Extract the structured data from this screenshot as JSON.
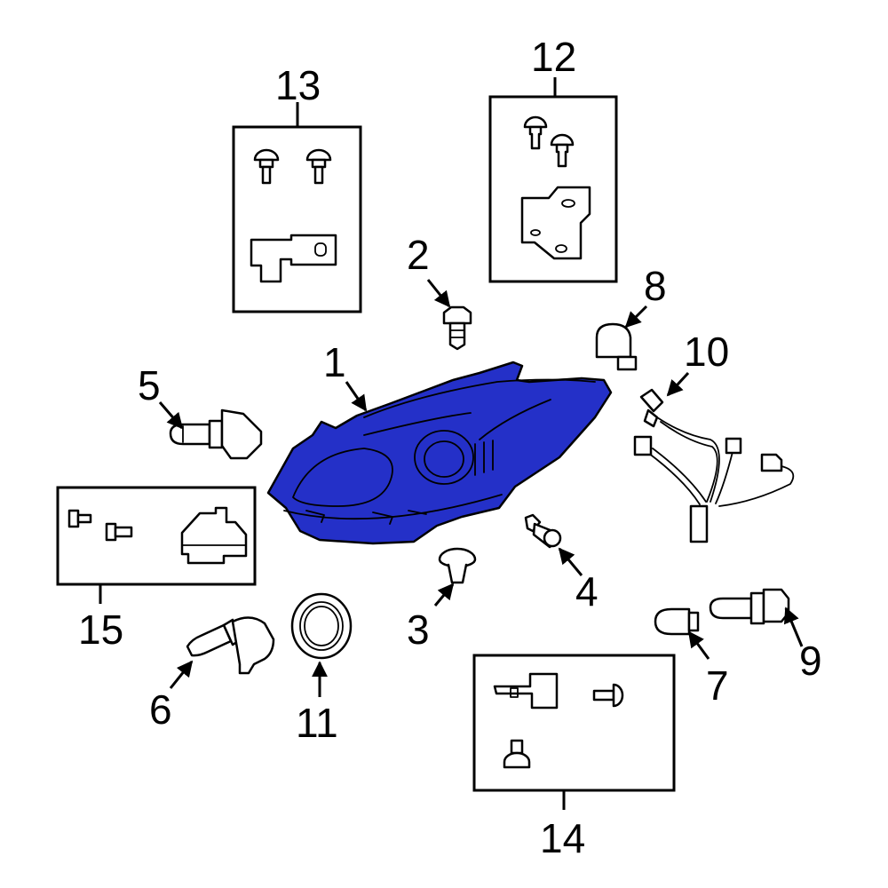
{
  "colors": {
    "highlight": "#2430c8",
    "line": "#000000",
    "background": "#ffffff"
  },
  "callouts": {
    "c1": "1",
    "c2": "2",
    "c3": "3",
    "c4": "4",
    "c5": "5",
    "c6": "6",
    "c7": "7",
    "c8": "8",
    "c9": "9",
    "c10": "10",
    "c11": "11",
    "c12": "12",
    "c13": "13",
    "c14": "14",
    "c15": "15"
  }
}
